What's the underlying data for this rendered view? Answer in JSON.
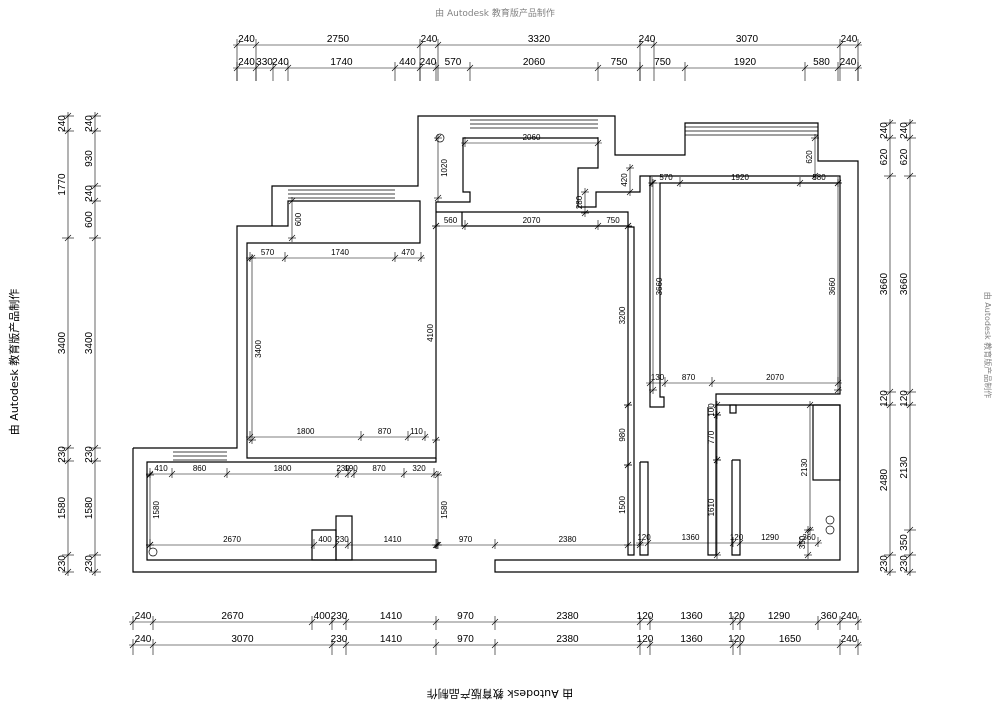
{
  "watermarks": {
    "left": "由 Autodesk 教育版产品制作",
    "bottom": "由 Autodesk 教育版产品制作",
    "top": "由 Autodesk 教育版产品制作",
    "right": "由 Autodesk 教育版产品制作"
  },
  "dims": {
    "top1": [
      "240",
      "2750",
      "240",
      "3320",
      "240",
      "3070",
      "240"
    ],
    "top2": [
      "240",
      "330",
      "240",
      "1740",
      "440",
      "240",
      "570",
      "2060",
      "750",
      "750",
      "1920",
      "580",
      "240"
    ],
    "bottom1": [
      "240",
      "2670",
      "400",
      "230",
      "1410",
      "970",
      "2380",
      "120",
      "1360",
      "120",
      "1290",
      "360",
      "240"
    ],
    "bottom2": [
      "240",
      "3070",
      "230",
      "1410",
      "970",
      "2380",
      "120",
      "1360",
      "120",
      "1650",
      "240"
    ],
    "left_outer": [
      "240",
      "1770",
      "3400",
      "230",
      "1580",
      "230"
    ],
    "left_inner": [
      "240",
      "930",
      "240",
      "600",
      "3400",
      "230",
      "1580",
      "230"
    ],
    "right_outer": [
      "240",
      "620",
      "3660",
      "120",
      "2480",
      "230"
    ],
    "right_inner": [
      "240",
      "620",
      "3660",
      "120",
      "2130",
      "350",
      "230"
    ],
    "room_a": [
      "600",
      "570",
      "1740",
      "470",
      "3400",
      "1800",
      "870",
      "110"
    ],
    "room_b": [
      "410",
      "860",
      "1800",
      "230",
      "190",
      "870",
      "320",
      "1580",
      "2670",
      "400",
      "230",
      "1410",
      "1580"
    ],
    "room_c": [
      "2060",
      "1020",
      "560",
      "2070",
      "750",
      "280",
      "4100",
      "3200",
      "980",
      "1500",
      "970",
      "2380"
    ],
    "room_d": [
      "620",
      "420",
      "570",
      "1920",
      "580",
      "3660",
      "3660",
      "130",
      "870",
      "2070",
      "100",
      "770",
      "1610",
      "2130",
      "120",
      "1360",
      "120",
      "1290",
      "360",
      "350"
    ]
  }
}
